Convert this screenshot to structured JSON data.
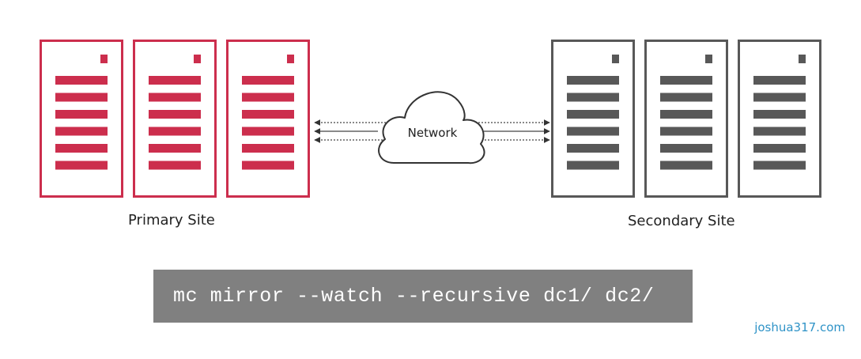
{
  "diagram": {
    "primary_site": {
      "label": "Primary Site",
      "server_color": "#cc2e4d",
      "server_count": 3
    },
    "secondary_site": {
      "label": "Secondary Site",
      "server_color": "#585858",
      "server_count": 3
    },
    "network": {
      "label": "Network"
    },
    "command": {
      "text": "mc mirror --watch --recursive dc1/ dc2/",
      "background": "#808080",
      "text_color": "#ffffff"
    },
    "watermark": {
      "text": "joshua317.com",
      "color": "#2f93c7"
    }
  }
}
